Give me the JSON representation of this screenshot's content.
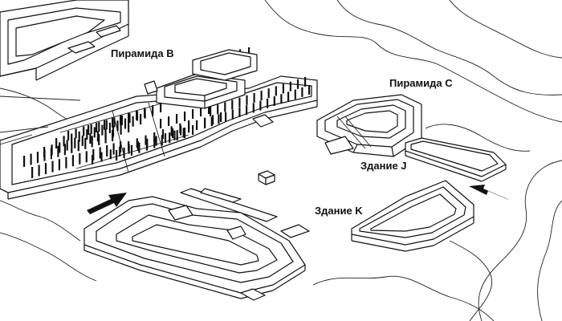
{
  "labels": {
    "pyramid_b": "Пирамида B",
    "pyramid_c": "Пирамида C",
    "building_j": "Здание J",
    "building_k": "Здание K"
  },
  "colors": {
    "ink": "#111111",
    "paper": "#ffffff"
  },
  "icons": {
    "arrow_left": "arrow-icon",
    "arrow_right": "arrow-icon"
  }
}
